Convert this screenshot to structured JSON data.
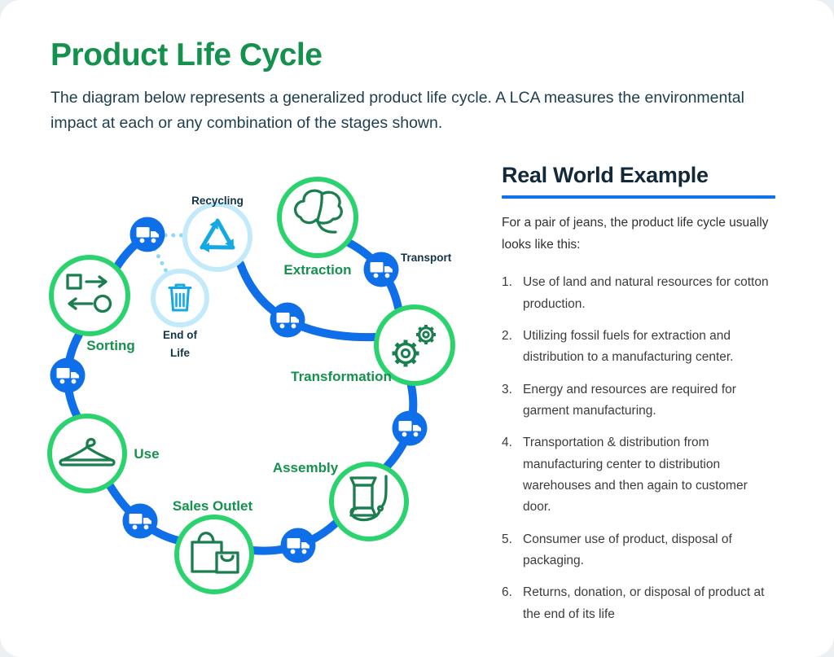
{
  "page": {
    "title": "Product Life Cycle",
    "subtitle": "The diagram below represents a generalized product life cycle. A LCA measures the environmental impact at each or any combination of the stages shown."
  },
  "diagram": {
    "stages": [
      {
        "label": "Extraction",
        "icon": "cotton-plant-icon"
      },
      {
        "label": "Transformation",
        "icon": "gears-icon"
      },
      {
        "label": "Assembly",
        "icon": "sewing-spool-icon"
      },
      {
        "label": "Sales Outlet",
        "icon": "shopping-bags-icon"
      },
      {
        "label": "Use",
        "icon": "hanger-icon"
      },
      {
        "label": "Sorting",
        "icon": "sorting-arrows-icon"
      },
      {
        "label": "Recycling",
        "icon": "recycle-icon",
        "line1": "Recycling"
      },
      {
        "label": "End of Life",
        "icon": "trash-icon",
        "line1": "End of",
        "line2": "Life"
      }
    ],
    "transport_label": "Transport",
    "connector_icon": "truck-icon",
    "colors": {
      "title_green": "#14914D",
      "ring_green": "#2BD36E",
      "icon_green": "#1B7E4F",
      "path_blue": "#0F6FE8",
      "icon_cyan": "#14A9E3",
      "light_blue_ring": "#C3EAFA",
      "dotted_blue": "#8ED9F6",
      "heading_navy": "#13293A",
      "label_navy": "#14344A",
      "underline_blue": "#1173E8"
    }
  },
  "example": {
    "heading": "Real World Example",
    "intro": "For a pair of jeans, the product life cycle usually looks like this:",
    "items": [
      {
        "num": "1.",
        "text": "Use of land and natural resources for cotton production."
      },
      {
        "num": "2.",
        "text": "Utilizing fossil fuels for extraction and distribution to a manufacturing center."
      },
      {
        "num": "3.",
        "text": "Energy and resources are required for garment manufacturing."
      },
      {
        "num": "4.",
        "text": "Transportation & distribution from manufacturing center to distribution warehouses and then again to customer door."
      },
      {
        "num": "5.",
        "text": "Consumer use of product, disposal of packaging."
      },
      {
        "num": "6.",
        "text": "Returns, donation, or disposal of product at the end of its life"
      }
    ]
  }
}
